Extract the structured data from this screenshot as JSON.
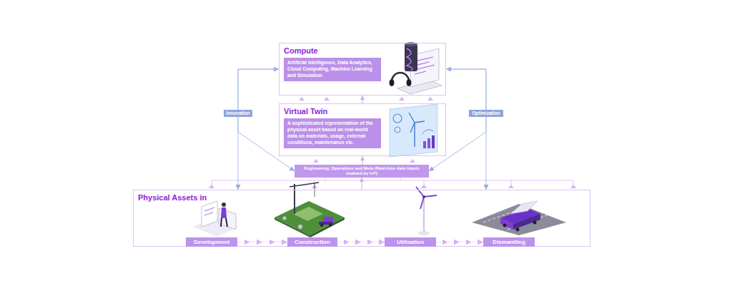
{
  "diagram": {
    "nodes": [
      {
        "text": [
          "Compute",
          "Artificial Intelligence, Data Analytics, Cloud Computing, Machine Learning and Simulation"
        ]
      },
      {
        "text": [
          "Virtual Twin",
          "A sophisticated representation of the physical asset based on real-world data on materials, usage, external conditions, maintenance etc."
        ]
      },
      {
        "text": [
          "Engineering, Operations and Meta (Real-time data inputs enabled by IoT)"
        ]
      },
      {
        "text": [
          "Physical Assets in"
        ]
      },
      {
        "text": [
          "Development"
        ],
        "in": 3
      },
      {
        "text": [
          "Construction"
        ],
        "in": 3
      },
      {
        "text": [
          "Utilization"
        ],
        "in": 3
      },
      {
        "text": [
          "Dismantling"
        ],
        "in": 3
      }
    ],
    "edges": [
      {
        "from": 0,
        "to": 3,
        "arrow": "both",
        "label": "Innovation"
      },
      {
        "from": 0,
        "to": 2,
        "arrow": "to"
      },
      {
        "from": 0,
        "to": 3,
        "arrow": "both",
        "label": "Optimization"
      },
      {
        "from": 0,
        "to": 2,
        "arrow": "to"
      },
      {
        "from": 1,
        "to": 0,
        "arrow": "to"
      },
      {
        "from": 2,
        "to": 1,
        "arrow": "to"
      },
      {
        "from": 3,
        "to": 2,
        "arrow": "to"
      },
      {
        "from": 4,
        "to": 5,
        "arrow": "to"
      },
      {
        "from": 5,
        "to": 6,
        "arrow": "to"
      },
      {
        "from": 6,
        "to": 7,
        "arrow": "to"
      }
    ]
  }
}
